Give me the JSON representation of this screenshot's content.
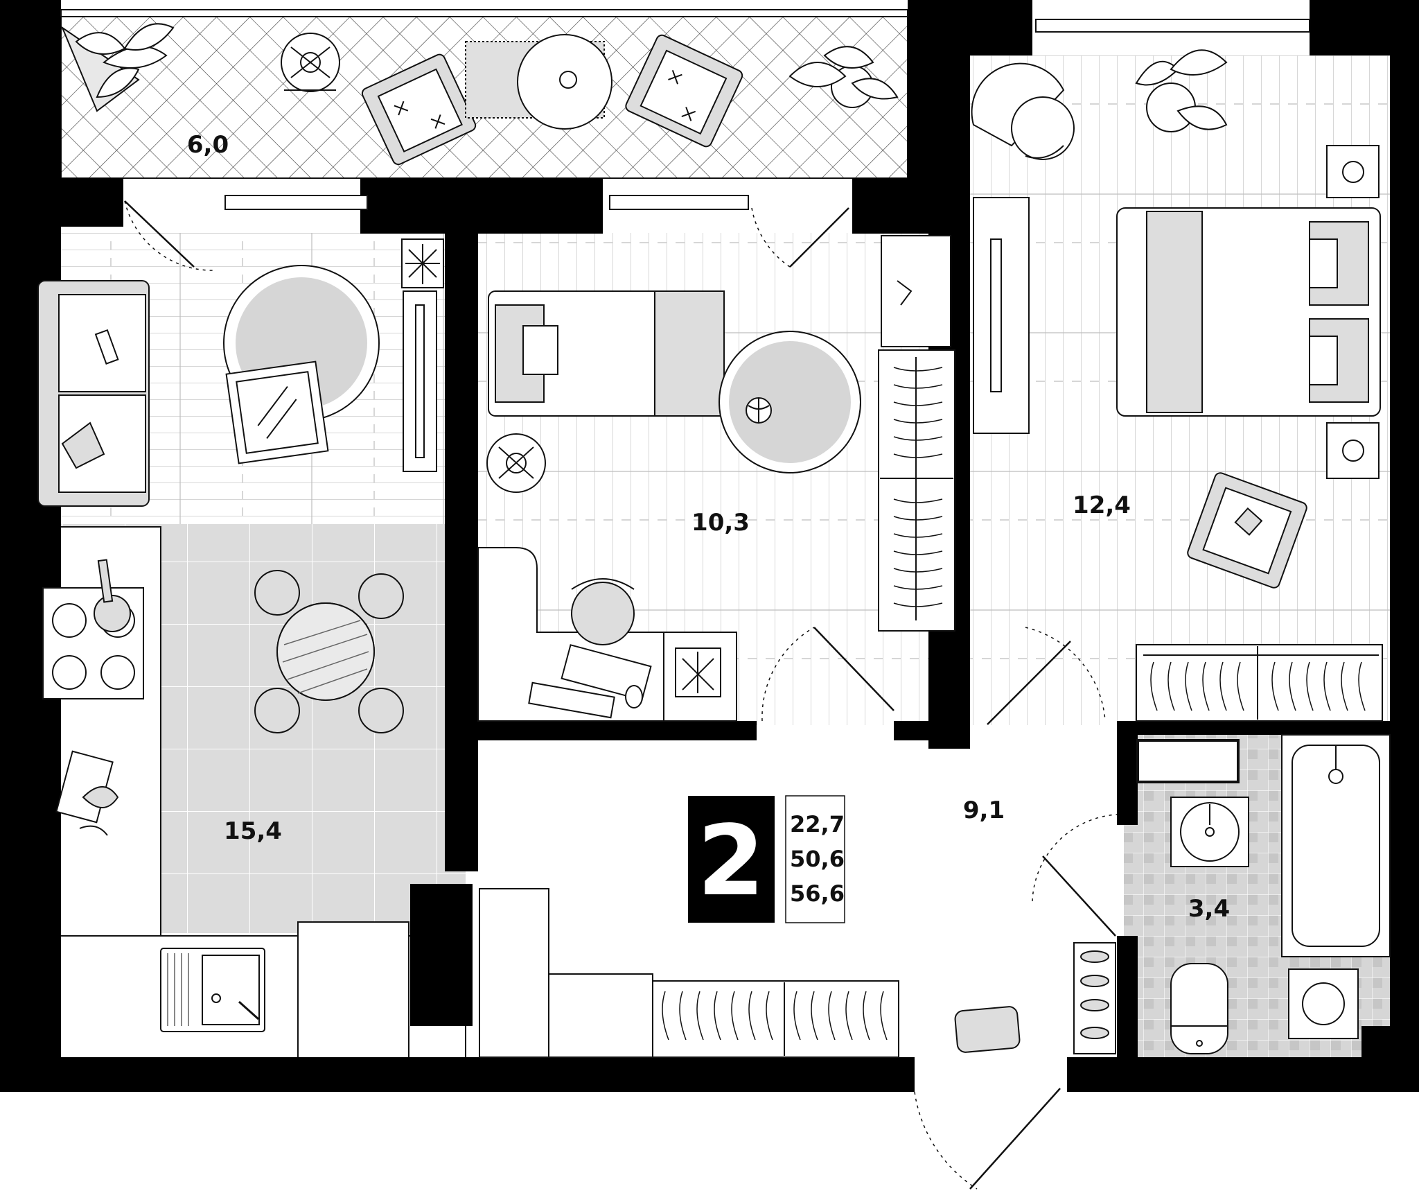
{
  "colors": {
    "wall": "#000000",
    "tile": "#dcdcdc",
    "tile_grout": "#ffffff",
    "bath_tile": "#d0d0d0",
    "furniture_fill": "#dddddd",
    "line": "#111111",
    "floor_line": "#c8c8c8",
    "background": "#ffffff"
  },
  "rooms": [
    {
      "id": "balcony",
      "area": "6,0"
    },
    {
      "id": "kitchen-living",
      "area": "15,4"
    },
    {
      "id": "bedroom-small",
      "area": "10,3"
    },
    {
      "id": "bedroom-large",
      "area": "12,4"
    },
    {
      "id": "hallway",
      "area": "9,1"
    },
    {
      "id": "bathroom",
      "area": "3,4"
    }
  ],
  "summary": {
    "room_count": "2",
    "living_area": "22,7",
    "total_area": "50,6",
    "total_with_balcony": "56,6"
  },
  "icons": [
    "plant-icon",
    "lamp-icon",
    "armchair-icon",
    "round-table-icon",
    "sofa-icon",
    "bed-icon",
    "desk-icon",
    "keyboard-icon",
    "mouse-icon",
    "ball-icon",
    "wardrobe-icon",
    "stove-icon",
    "sink-icon",
    "bathtub-icon",
    "toilet-icon",
    "washing-machine-icon",
    "dining-table-icon",
    "door-icon",
    "window-icon",
    "shoe-rack-icon"
  ]
}
